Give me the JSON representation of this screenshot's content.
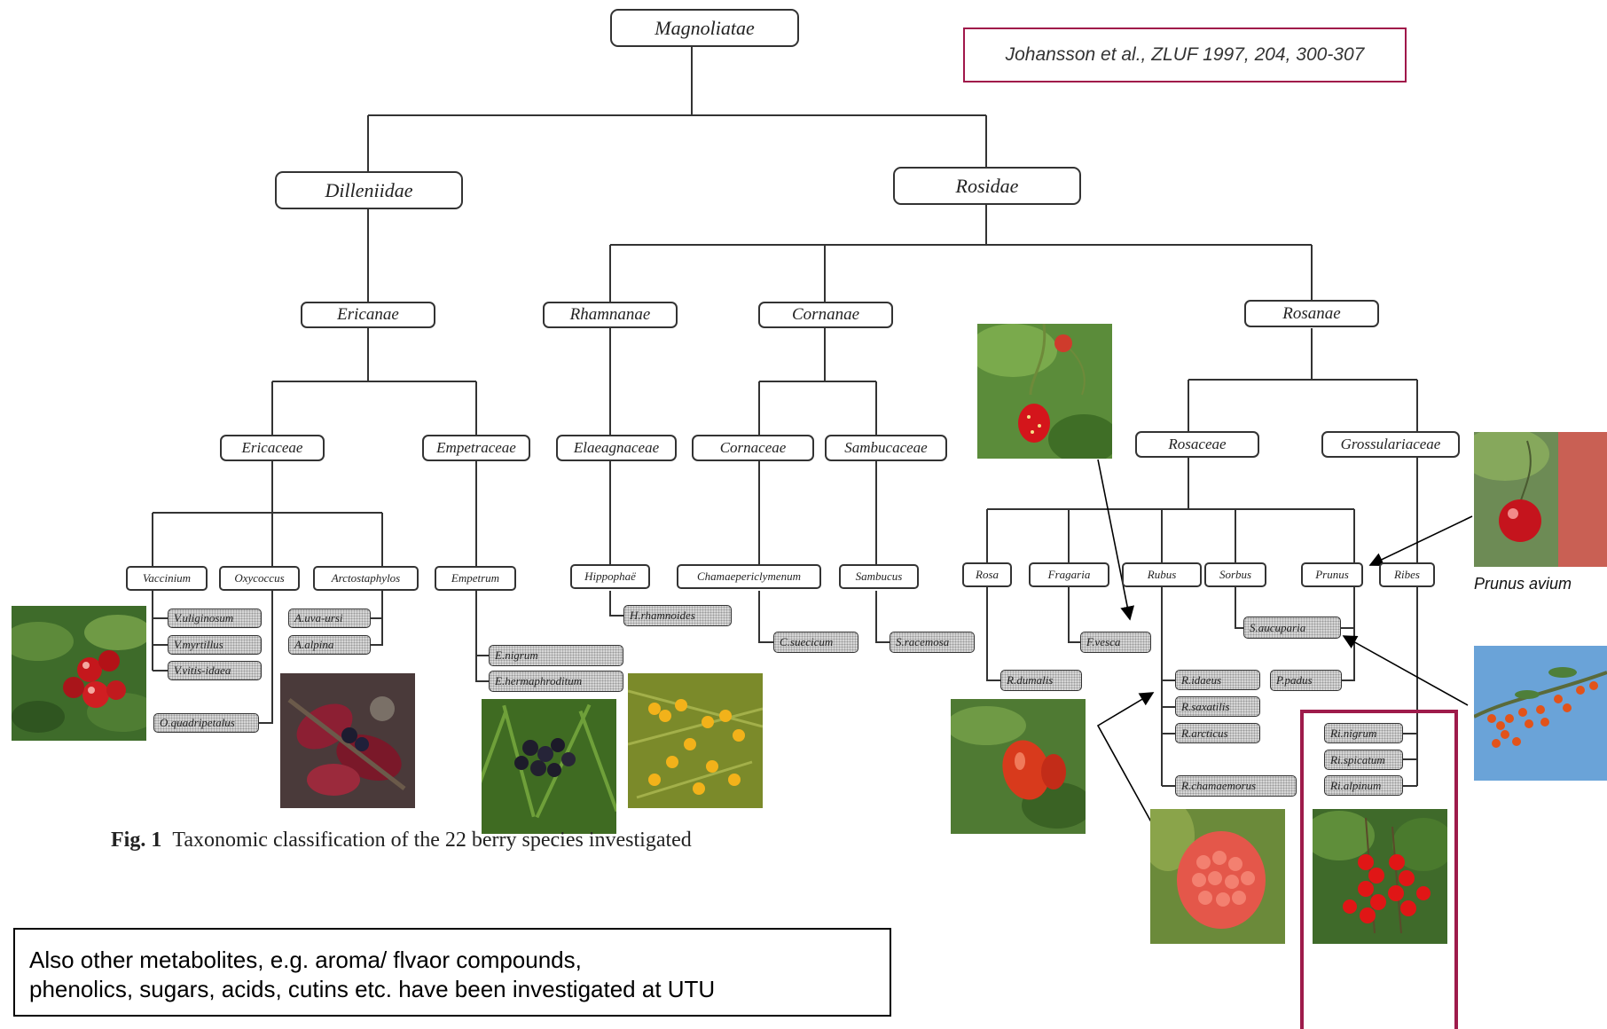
{
  "reference": "Johansson et al., ZLUF 1997, 204, 300-307",
  "caption": {
    "fig_label": "Fig. 1",
    "text": "Taxonomic classification of the 22 berry species investigated"
  },
  "note": {
    "line1": "Also other metabolites, e.g. aroma/ flvaor compounds,",
    "line2": "phenolics, sugars, acids, cutins etc. have been investigated at UTU"
  },
  "photo_label": "Prunus avium",
  "taxonomy": {
    "subclass_root": "Magnoliatae",
    "subclasses": [
      "Dilleniidae",
      "Rosidae"
    ],
    "superorders": [
      "Ericanae",
      "Rhamnanae",
      "Cornanae",
      "Rosanae"
    ],
    "families": [
      "Ericaceae",
      "Empetraceae",
      "Elaeagnaceae",
      "Cornaceae",
      "Sambucaceae",
      "Rosaceae",
      "Grossulariaceae"
    ],
    "genera": [
      "Vaccinium",
      "Oxycoccus",
      "Arctostaphylos",
      "Empetrum",
      "Hippophaë",
      "Chamaepericlymenum",
      "Sambucus",
      "Rosa",
      "Fragaria",
      "Rubus",
      "Sorbus",
      "Prunus",
      "Ribes"
    ],
    "species": [
      "V.uliginosum",
      "V.myrtillus",
      "V.vitis-idaea",
      "O.quadripetalus",
      "A.uva-ursi",
      "A.alpina",
      "E.nigrum",
      "E.hermaphroditum",
      "H.rhamnoides",
      "C.suecicum",
      "S.racemosa",
      "R.dumalis",
      "F.vesca",
      "R.idaeus",
      "R.saxatilis",
      "R.arcticus",
      "R.chamaemorus",
      "S.aucuparia",
      "P.padus",
      "Ri.nigrum",
      "Ri.spicatum",
      "Ri.alpinum"
    ]
  },
  "colors": {
    "accent_frame": "#9e1b4b",
    "line": "#333333",
    "species_fill": "#d6d6d6"
  },
  "photos": [
    "bilberry-lingonberry",
    "bearberry",
    "crowberry",
    "sea-buckthorn",
    "wild-strawberry",
    "dog-rose",
    "raspberry",
    "redcurrant",
    "sweet-cherry",
    "rowan"
  ]
}
